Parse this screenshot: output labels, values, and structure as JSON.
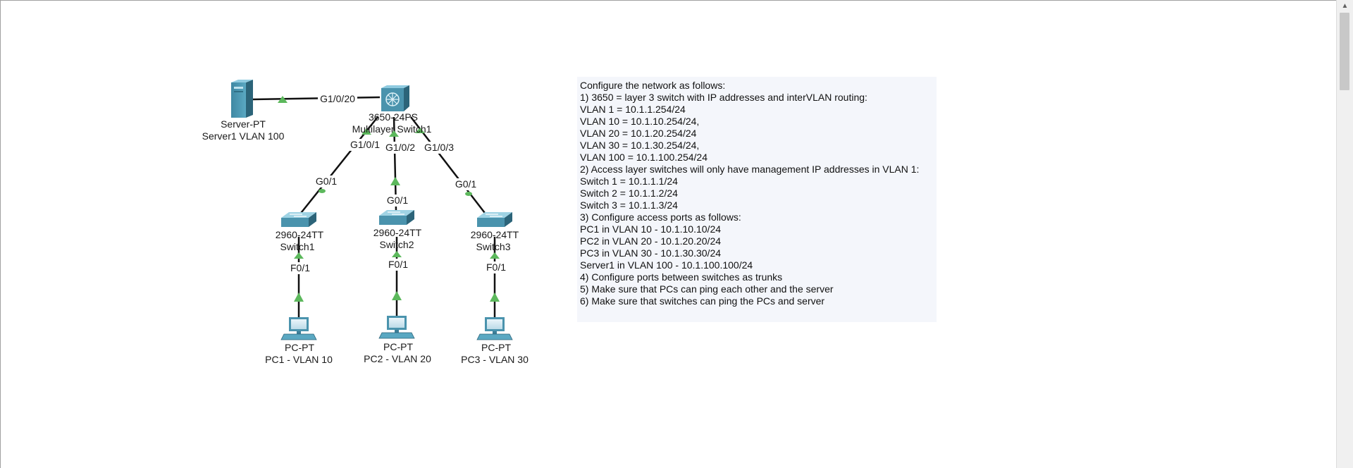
{
  "topology": {
    "server": {
      "model": "Server-PT",
      "name": "Server1 VLAN 100",
      "icon": "server-icon"
    },
    "core": {
      "model": "3650-24PS",
      "name": "Multilayer Switch1",
      "icon": "multilayer-switch-icon"
    },
    "switches": [
      {
        "model": "2960-24TT",
        "name": "Switch1",
        "icon": "switch-icon"
      },
      {
        "model": "2960-24TT",
        "name": "Switch2",
        "icon": "switch-icon"
      },
      {
        "model": "2960-24TT",
        "name": "Switch3",
        "icon": "switch-icon"
      }
    ],
    "pcs": [
      {
        "model": "PC-PT",
        "name": "PC1 - VLAN 10",
        "icon": "pc-icon"
      },
      {
        "model": "PC-PT",
        "name": "PC2 - VLAN 20",
        "icon": "pc-icon"
      },
      {
        "model": "PC-PT",
        "name": "PC3 - VLAN 30",
        "icon": "pc-icon"
      }
    ],
    "ports": {
      "server_link": "G1/0/20",
      "core_down": [
        "G1/0/1",
        "G1/0/2",
        "G1/0/3"
      ],
      "switch_up": [
        "G0/1",
        "G0/1",
        "G0/1"
      ],
      "switch_down": [
        "F0/1",
        "F0/1",
        "F0/1"
      ]
    },
    "link_status_color": "#5cb85c",
    "device_color": "#4a93ad"
  },
  "notes": {
    "lines": [
      "Configure the network as follows:",
      "1) 3650 = layer 3 switch with IP addresses and interVLAN routing:",
      "VLAN 1 = 10.1.1.254/24",
      "VLAN 10 = 10.1.10.254/24,",
      "VLAN 20 = 10.1.20.254/24",
      "VLAN 30 = 10.1.30.254/24,",
      "VLAN 100 = 10.1.100.254/24",
      "2) Access layer switches will only have management IP addresses in VLAN 1:",
      "Switch 1 = 10.1.1.1/24",
      "Switch 2 = 10.1.1.2/24",
      "Switch 3 = 10.1.1.3/24",
      "3) Configure access ports as follows:",
      "PC1 in VLAN 10 - 10.1.10.10/24",
      "PC2 in VLAN 20 - 10.1.20.20/24",
      "PC3 in VLAN 30 - 10.1.30.30/24",
      "Server1 in VLAN 100 - 10.1.100.100/24",
      "4) Configure ports between switches as trunks",
      "5) Make sure that PCs can ping each other and the server",
      "6) Make sure that switches can ping the PCs and server"
    ],
    "background": "#f4f6fb"
  },
  "scrollbar": {
    "up_glyph": "▲"
  }
}
